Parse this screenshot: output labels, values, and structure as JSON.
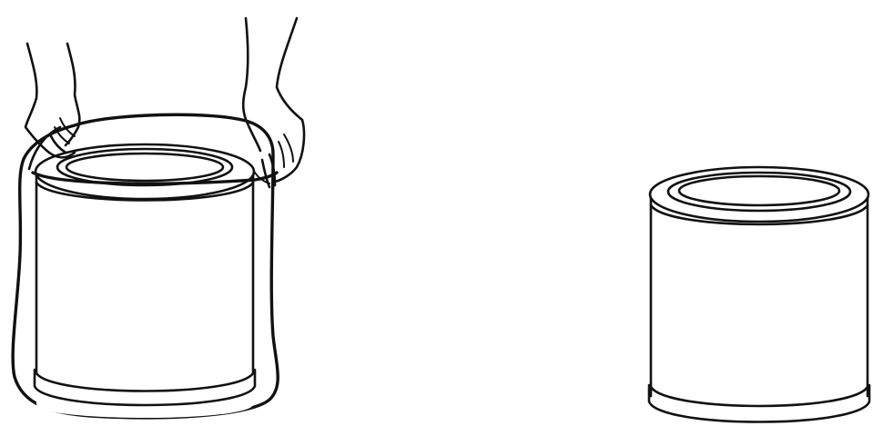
{
  "illustration": {
    "style": "black line art on white",
    "ink_color": "#111111",
    "background_color": "#ffffff",
    "panels": [
      {
        "id": "left",
        "subject": "filter-cylinder-with-bag",
        "icons": [
          "hands-icon",
          "bag-icon",
          "filter-cylinder-icon"
        ]
      },
      {
        "id": "right",
        "subject": "filter-cylinder",
        "icons": [
          "filter-cylinder-icon"
        ]
      }
    ]
  }
}
